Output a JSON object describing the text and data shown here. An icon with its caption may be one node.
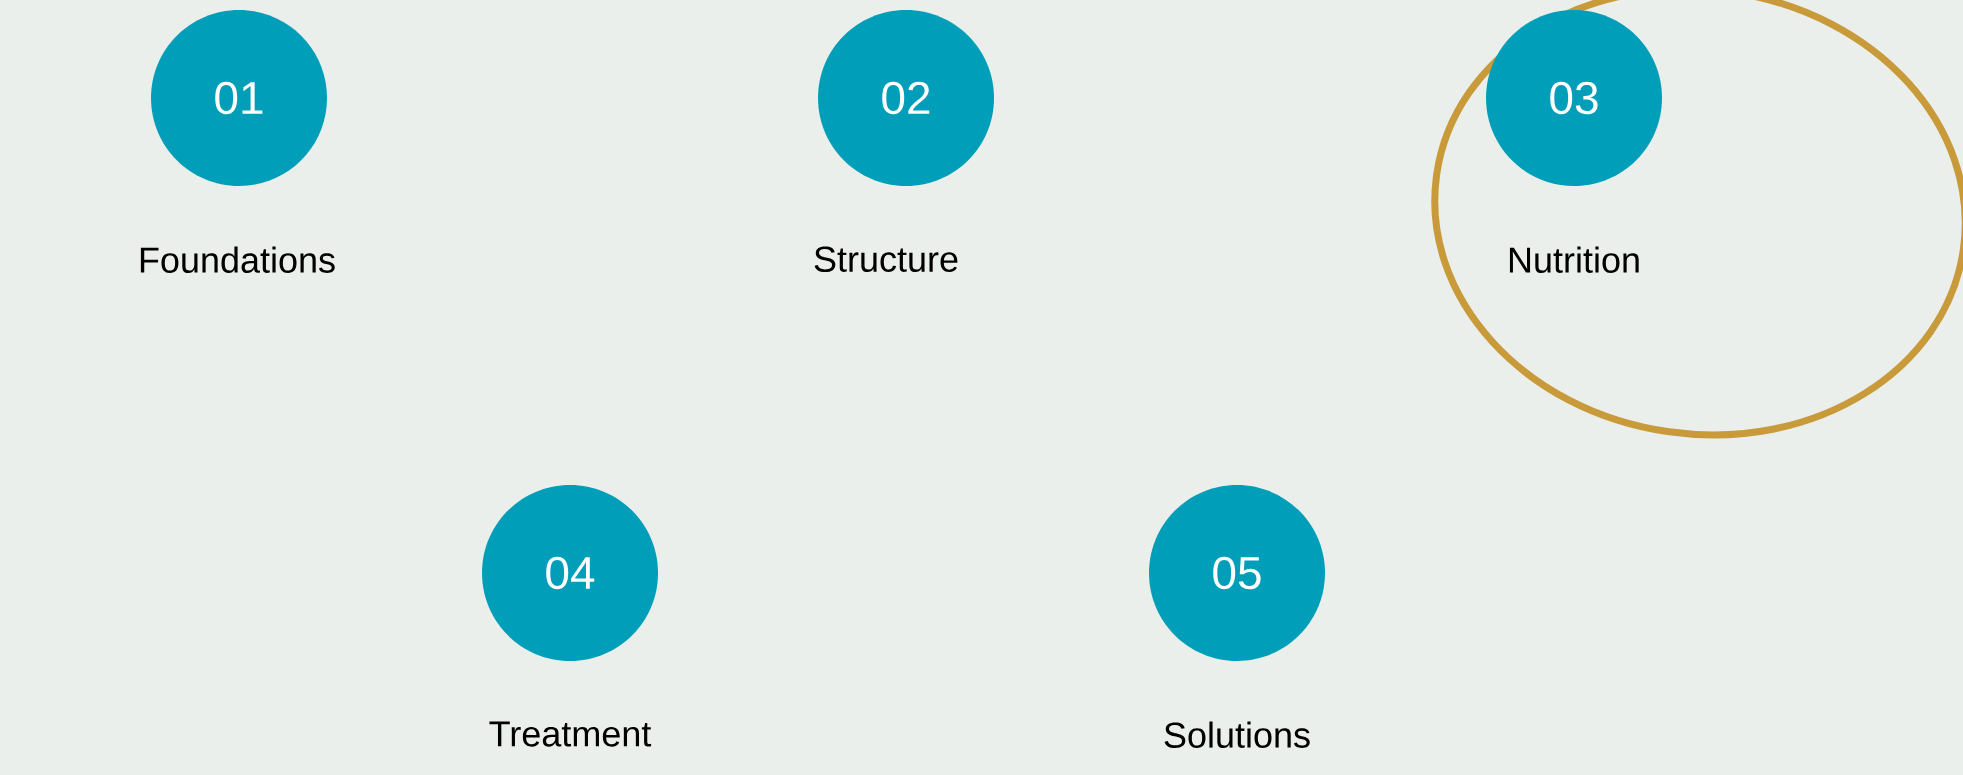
{
  "diagram": {
    "nodes": [
      {
        "text": [
          "01",
          "Foundations"
        ]
      },
      {
        "text": [
          "02",
          "Structure"
        ]
      },
      {
        "text": [
          "03",
          "Nutrition"
        ]
      },
      {
        "text": [
          "04",
          "Treatment"
        ]
      },
      {
        "text": [
          "05",
          "Solutions"
        ]
      }
    ]
  }
}
